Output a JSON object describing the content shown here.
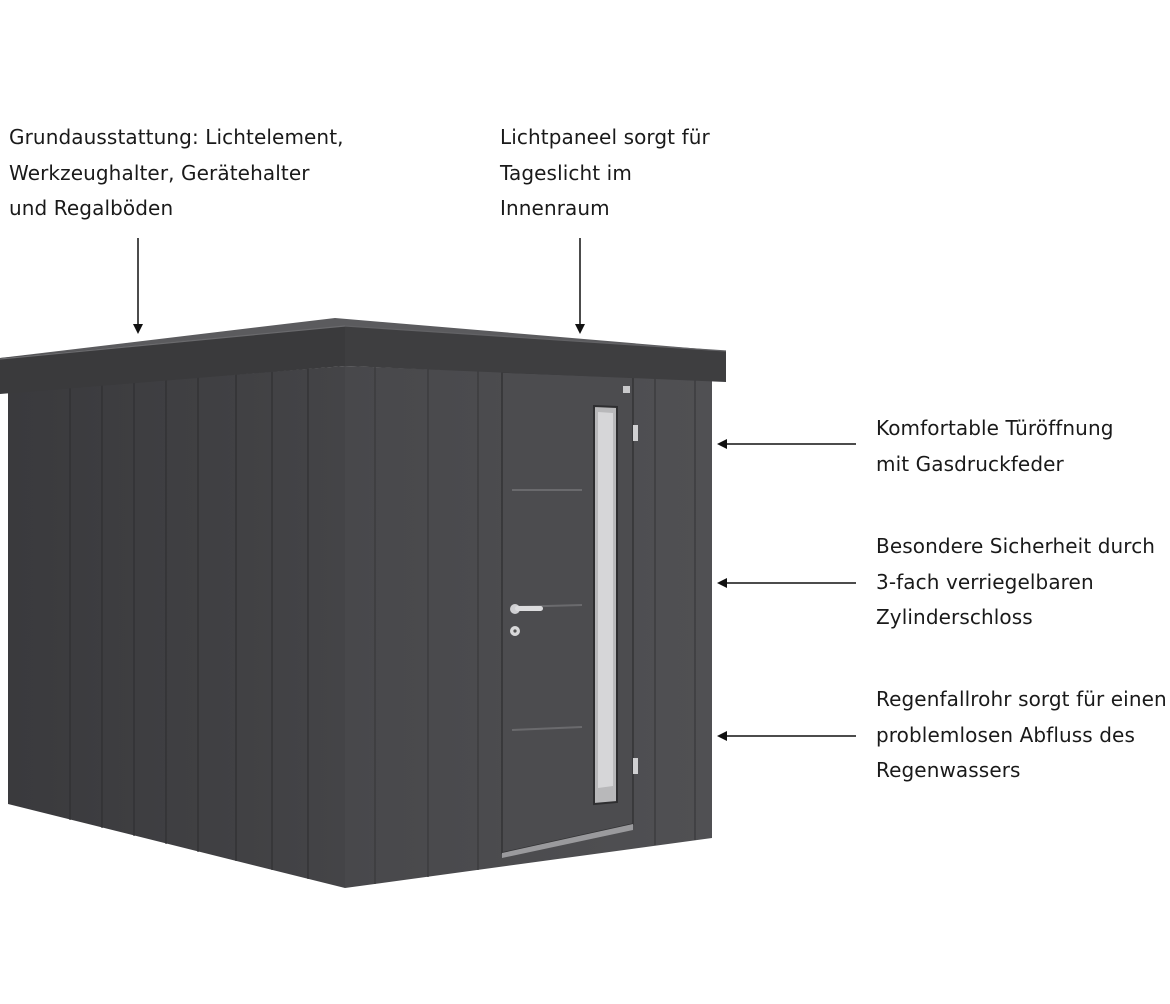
{
  "annotations": {
    "top_left": {
      "lines": [
        "Grundausstattung: Lichtelement,",
        "Werkzeughalter, Gerätehalter",
        "und Regalböden"
      ]
    },
    "top_center": {
      "lines": [
        "Lichtpaneel sorgt für",
        "Tageslicht im",
        "Innenraum"
      ]
    },
    "door": {
      "lines": [
        "Komfortable Türöffnung",
        "mit Gasdruckfeder"
      ]
    },
    "lock": {
      "lines": [
        "Besondere Sicherheit durch",
        "3-fach verriegelbaren",
        "Zylinderschloss"
      ]
    },
    "gutter": {
      "lines": [
        "Regenfallrohr sorgt für einen",
        "problemlosen Abfluss des",
        "Regenwassers"
      ]
    }
  },
  "colors": {
    "shed_front": "#4a4a4d",
    "shed_side": "#3d3d40",
    "roof": "#3a3a3c",
    "text": "#1a1a1a",
    "arrow": "#111111"
  }
}
